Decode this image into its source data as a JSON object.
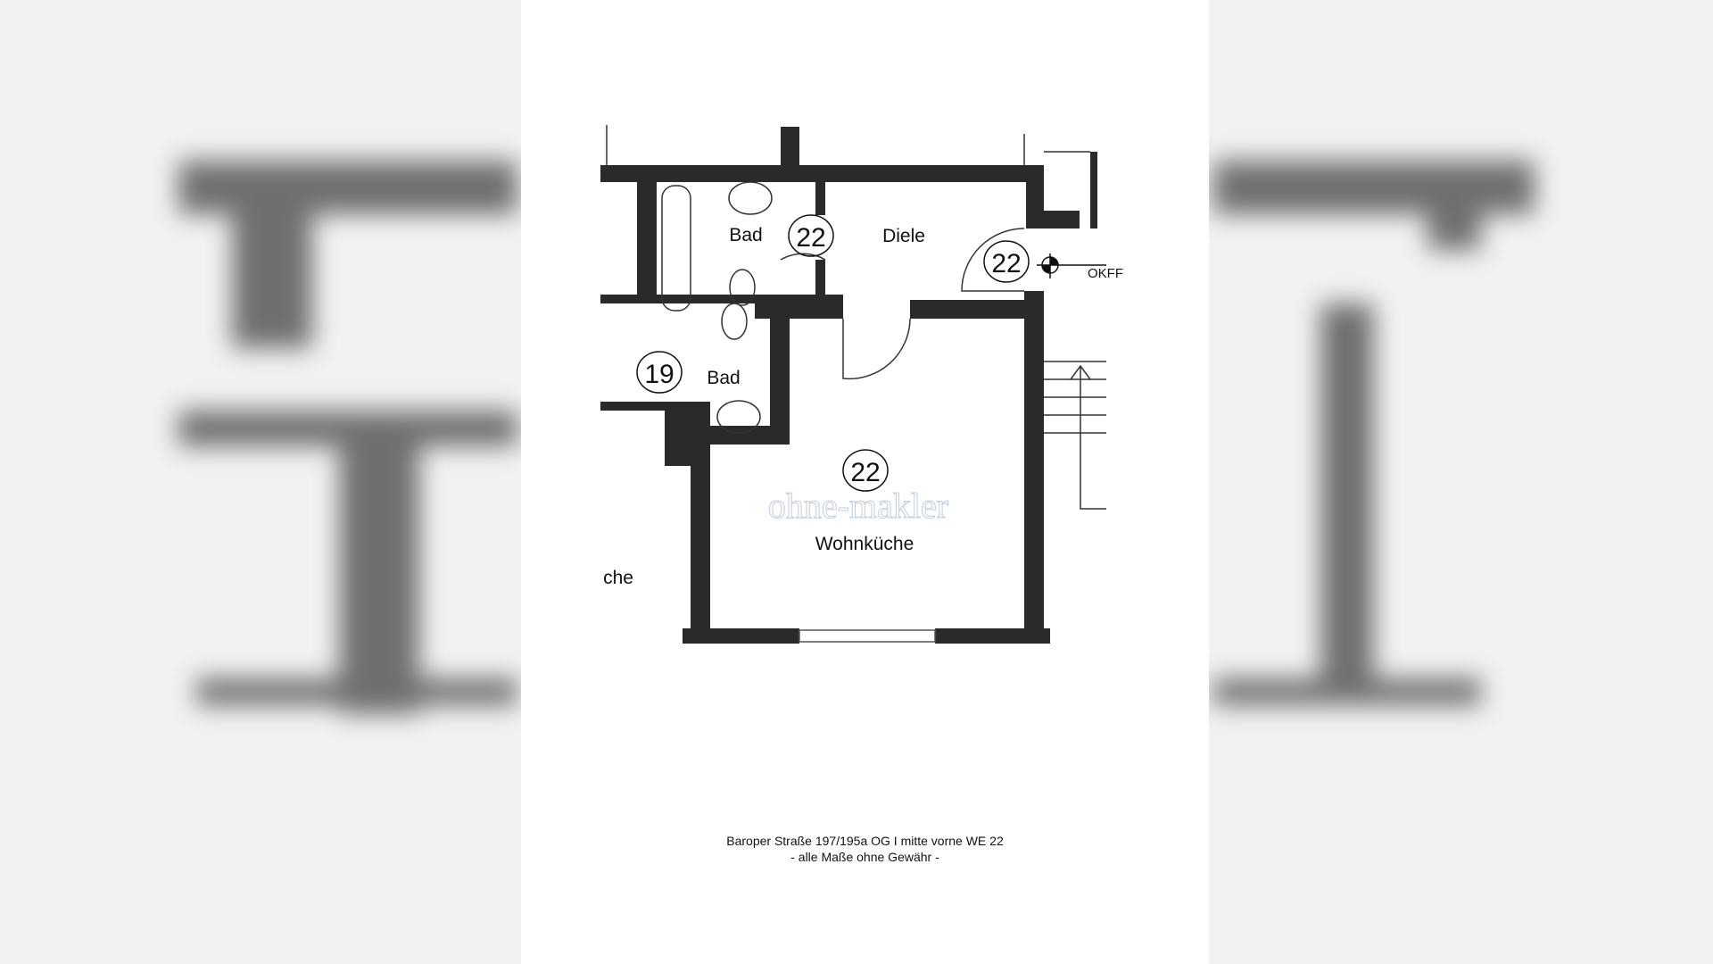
{
  "rooms": {
    "bad_upper": {
      "label": "Bad",
      "number": "22"
    },
    "diele": {
      "label": "Diele",
      "number": "22"
    },
    "bad_lower": {
      "label": "Bad",
      "number": "19"
    },
    "wohnkueche": {
      "label": "Wohnküche",
      "number": "22"
    },
    "neighbor_kitchen_partial": {
      "label": "che"
    }
  },
  "marker": {
    "label": "OKFF"
  },
  "watermark": "ohne-makler",
  "caption": {
    "line1": "Baroper Straße 197/195a OG I mitte vorne WE 22",
    "line2": "- alle Maße ohne Gewähr -"
  },
  "colors": {
    "wall": "#2a2a2a",
    "paper": "#ffffff"
  }
}
